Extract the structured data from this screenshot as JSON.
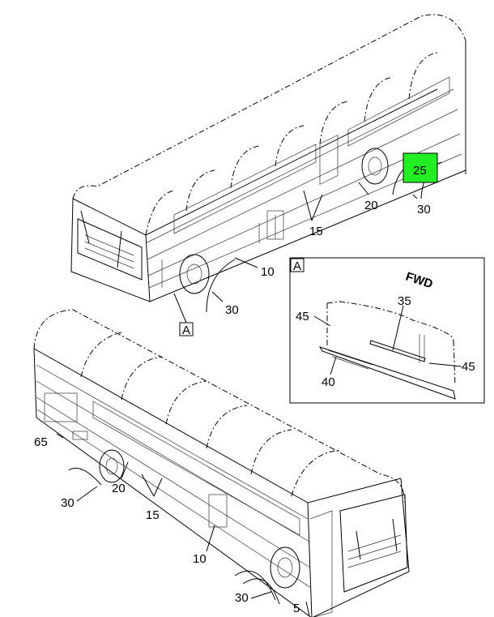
{
  "diagram": {
    "top_bus_callouts": {
      "highlighted": "25",
      "rear_wheel_spacer": "20",
      "rear_fender": "30",
      "side_panel": "15",
      "skirt": "10",
      "front_fender": "30",
      "view_ref": "A"
    },
    "detail_view": {
      "title": "A",
      "direction": "FWD",
      "part_a": "35",
      "part_b_left": "45",
      "part_b_right": "45",
      "part_c": "40"
    },
    "bottom_bus_callouts": {
      "rear_panel": "65",
      "rear_fender": "30",
      "rear_wheel_spacer": "20",
      "side_panel": "15",
      "skirt": "10",
      "front_fender": "30",
      "front_panel": "5"
    },
    "highlight_color": "#22ee22"
  }
}
